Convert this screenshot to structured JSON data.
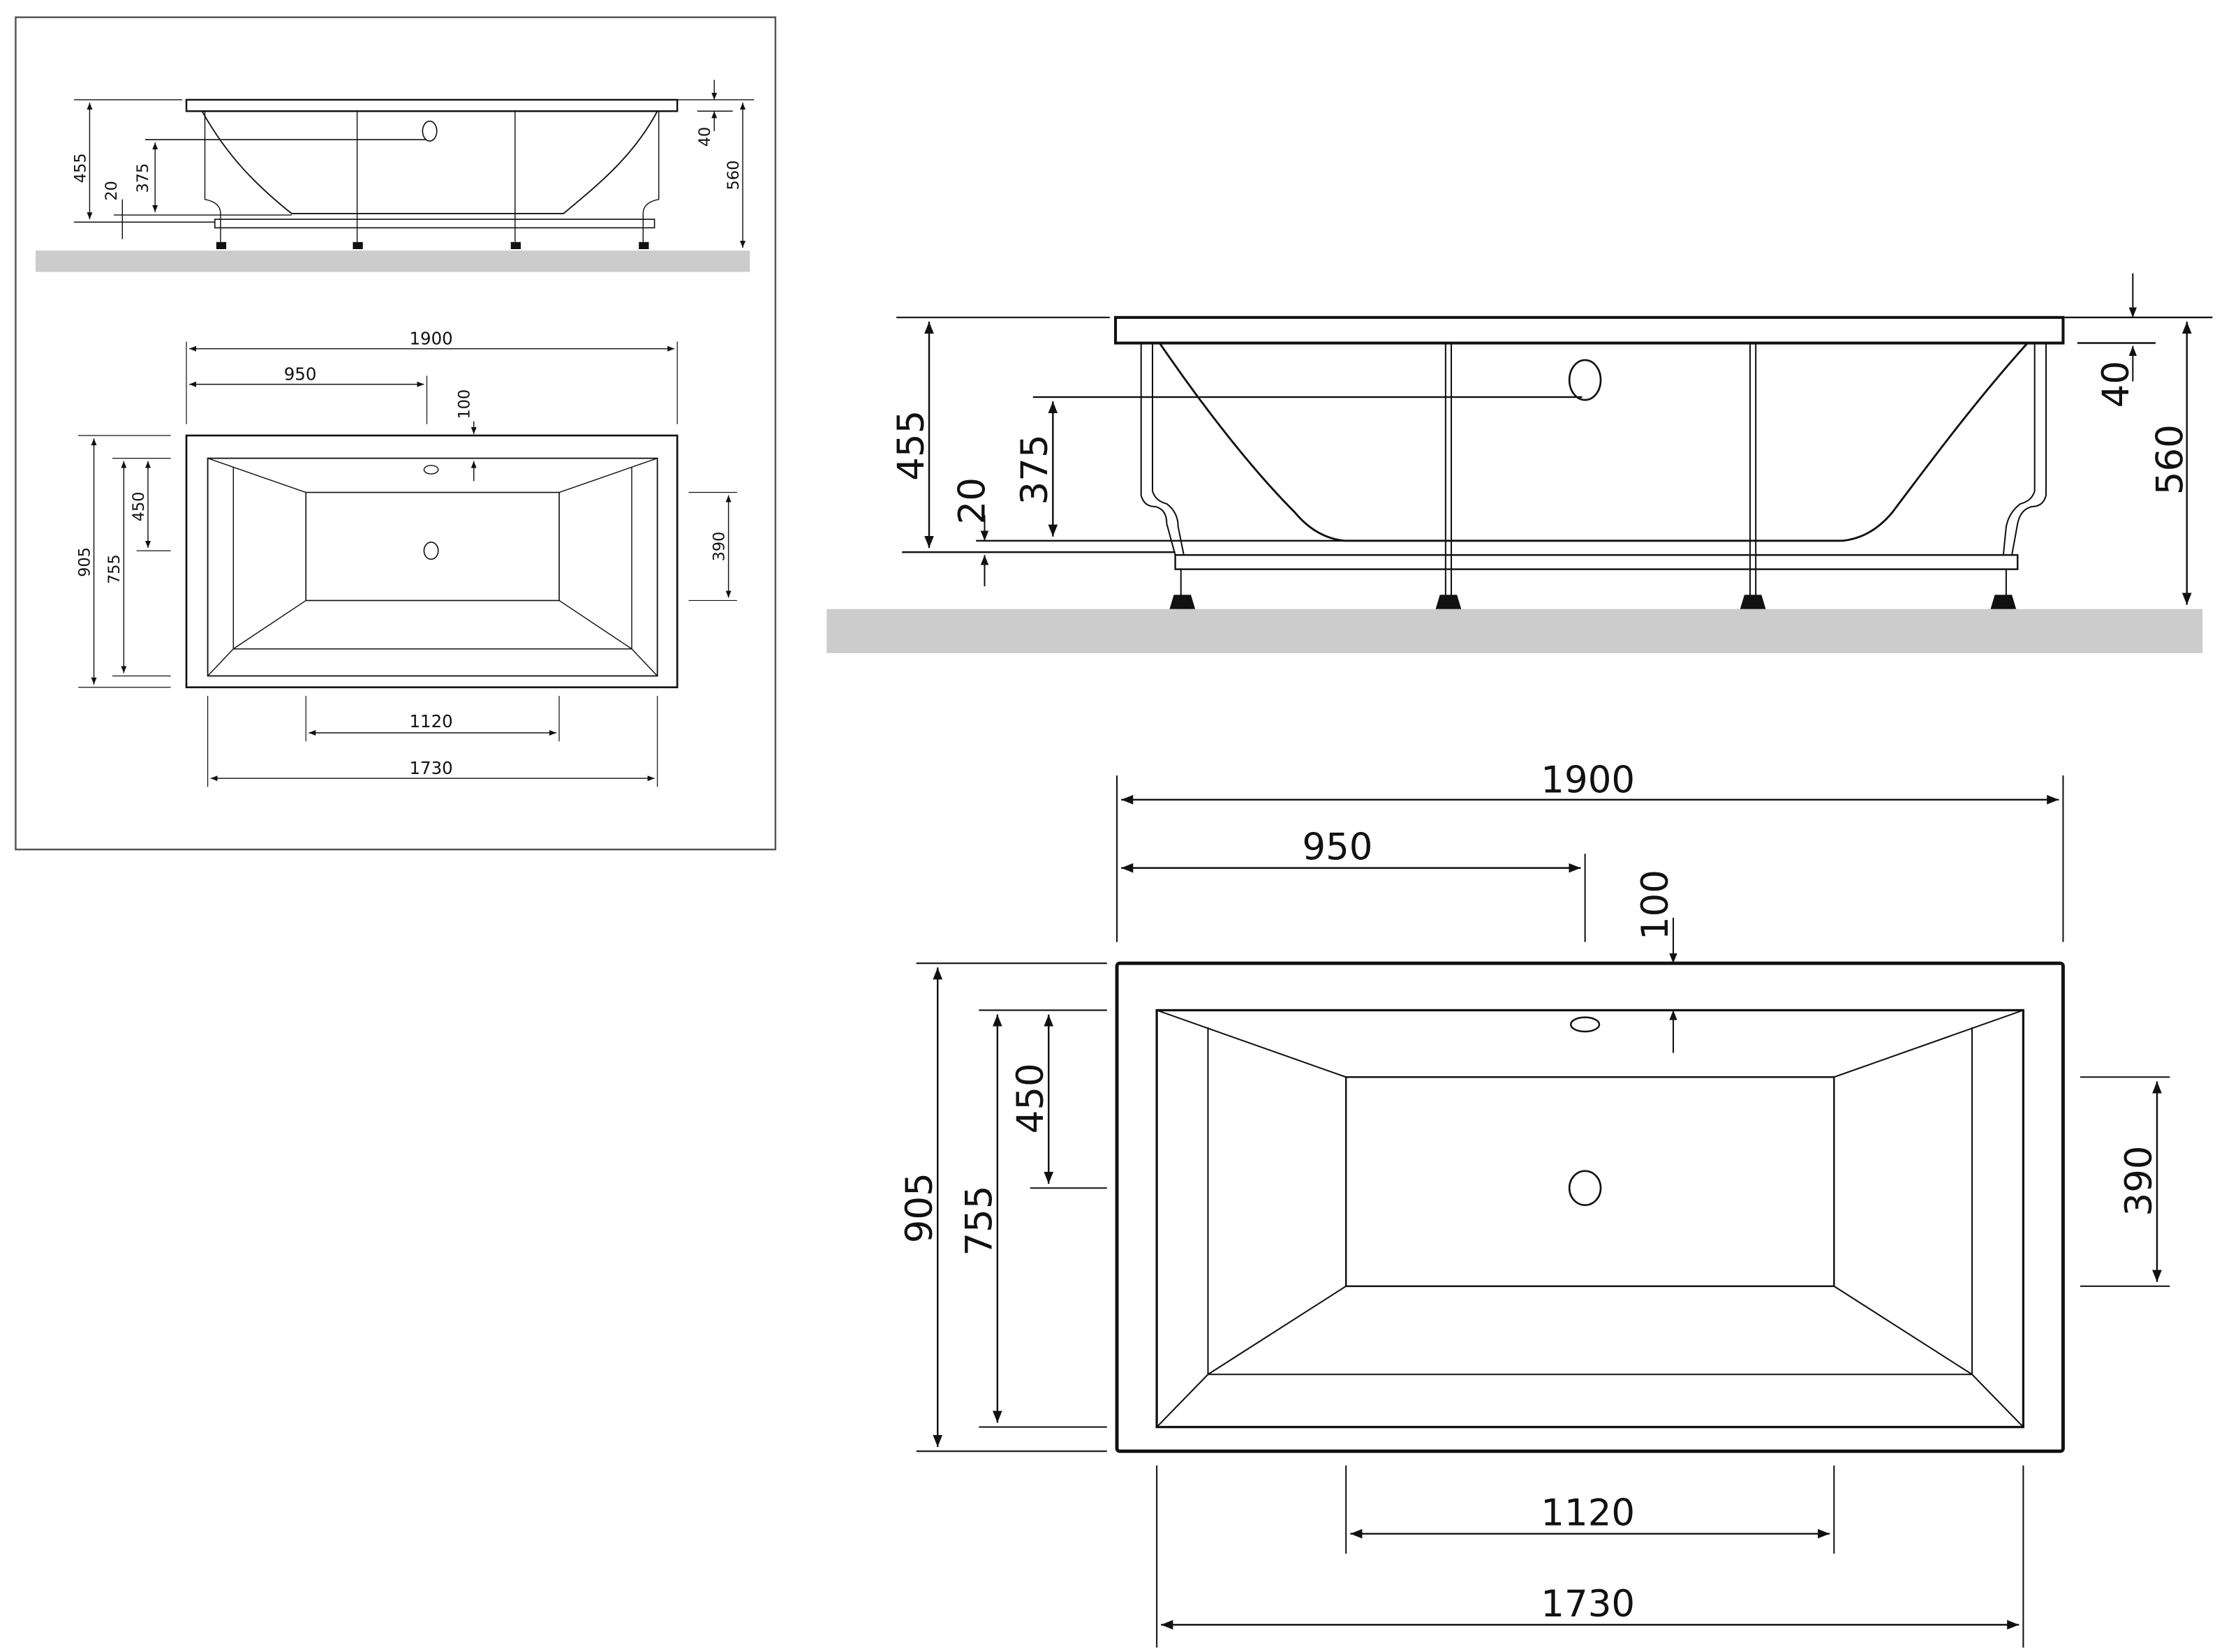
{
  "colors": {
    "line": "#111111",
    "floor": "#cccccc",
    "background": "#ffffff",
    "frame": "#555555"
  },
  "small_view": {
    "side": {
      "height_total": "455",
      "overflow_height": "375",
      "floor_gap": "20",
      "rim": "40",
      "overall_height": "560"
    },
    "top": {
      "length": "1900",
      "half_length": "950",
      "overflow_offset": "100",
      "width": "905",
      "inner_width": "755",
      "drain_offset": "450",
      "bottom_width": "390",
      "bottom_length": "1120",
      "inner_length": "1730"
    }
  },
  "large_view": {
    "side": {
      "height_total": "455",
      "overflow_height": "375",
      "floor_gap": "20",
      "rim": "40",
      "overall_height": "560"
    },
    "top": {
      "length": "1900",
      "half_length": "950",
      "overflow_offset": "100",
      "width": "905",
      "inner_width": "755",
      "drain_offset": "450",
      "bottom_width": "390",
      "bottom_length": "1120",
      "inner_length": "1730"
    }
  },
  "icons": {
    "overflow": "overflow-hole-icon",
    "drain": "drain-icon",
    "leg": "support-leg-icon"
  }
}
